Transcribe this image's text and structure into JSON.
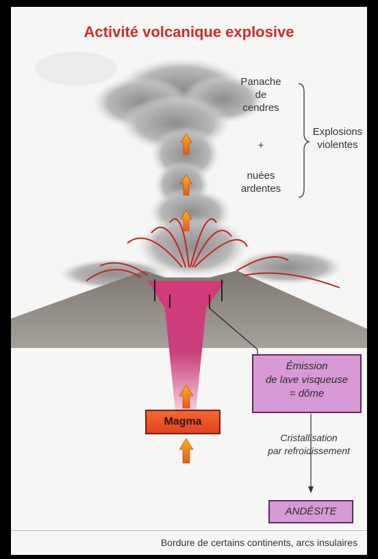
{
  "title": "Activité volcanique explosive",
  "labels": {
    "panache_line1": "Panache",
    "panache_line2": "de",
    "panache_line3": "cendres",
    "plus": "+",
    "nuees_line1": "nuées",
    "nuees_line2": "ardentes",
    "explosions_line1": "Explosions",
    "explosions_line2": "violentes",
    "emission_line1": "Émission",
    "emission_line2": "de lave visqueuse",
    "emission_line3": "= dôme",
    "magma": "Magma",
    "cristallisation_line1": "Cristallisation",
    "cristallisation_line2": "par refroidissement",
    "andesite": "ANDÉSITE",
    "bottom_note": "Bordure de certains continents, arcs insulaires"
  },
  "colors": {
    "title": "#d42a28",
    "magma_chamber": "#e3421f",
    "conduit_pink": "#d4397a",
    "box_purple": "#d79ad6",
    "ash_gray": "#9a9a9a",
    "arrow_orange": "#f39a1a",
    "ejecta_red": "#c8201c"
  }
}
